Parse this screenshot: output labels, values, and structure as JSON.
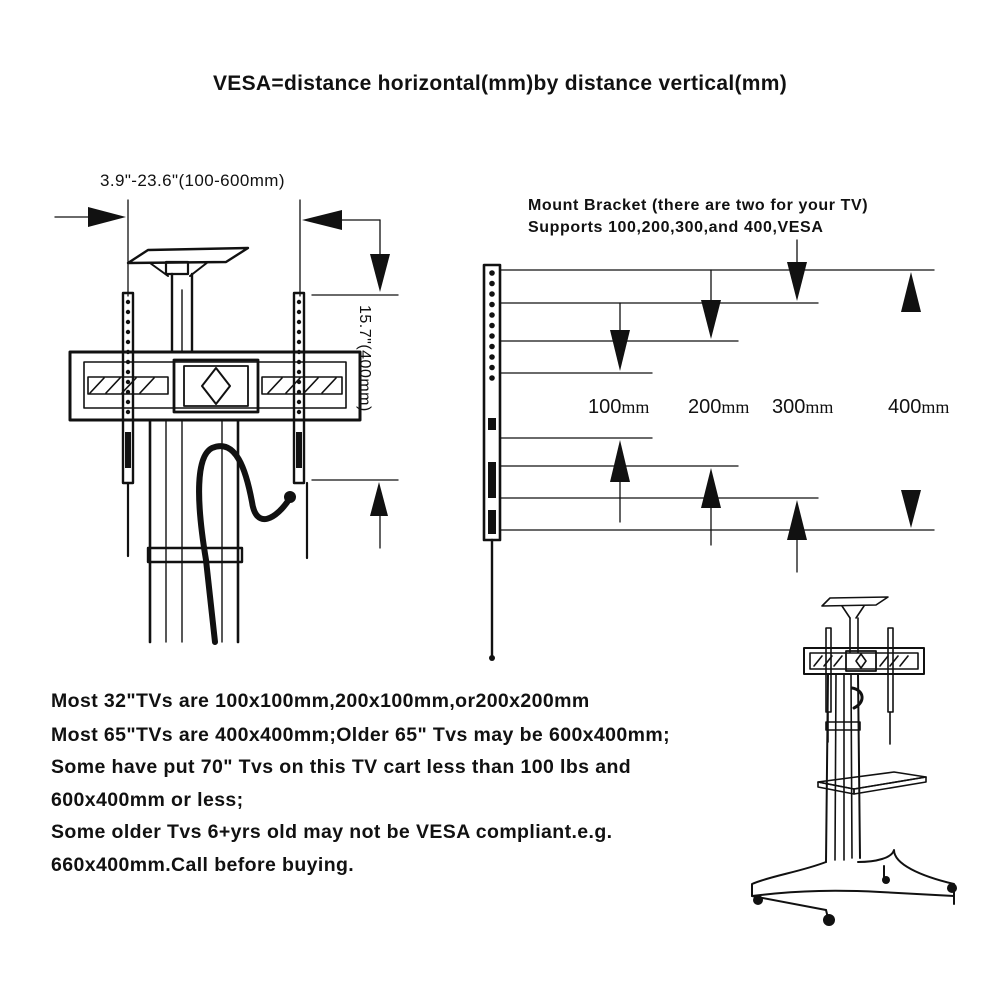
{
  "title": "VESA=distance horizontal(mm)by distance vertical(mm)",
  "horizontal_dimension": "3.9\"-23.6\"(100-600mm)",
  "vertical_dimension": "15.7\"(400mm)",
  "bracket_note": {
    "line1": "Mount Bracket (there are two for your TV)",
    "line2": "Supports 100,200,300,and 400,VESA"
  },
  "spacing_labels": [
    {
      "value": "100",
      "unit": "mm"
    },
    {
      "value": "200",
      "unit": "mm"
    },
    {
      "value": "300",
      "unit": "mm"
    },
    {
      "value": "400",
      "unit": "mm"
    }
  ],
  "notes": [
    "Most 32\"TVs are 100x100mm,200x100mm,or200x200mm",
    "Most 65\"TVs are 400x400mm;Older 65\" Tvs may be 600x400mm;",
    "Some have put 70\" Tvs on this TV cart less than 100 lbs and",
    "600x400mm or less;",
    "Some older Tvs 6+yrs old may not be VESA compliant.e.g.",
    "660x400mm.Call before buying."
  ],
  "colors": {
    "ink": "#111111",
    "background": "#ffffff"
  }
}
